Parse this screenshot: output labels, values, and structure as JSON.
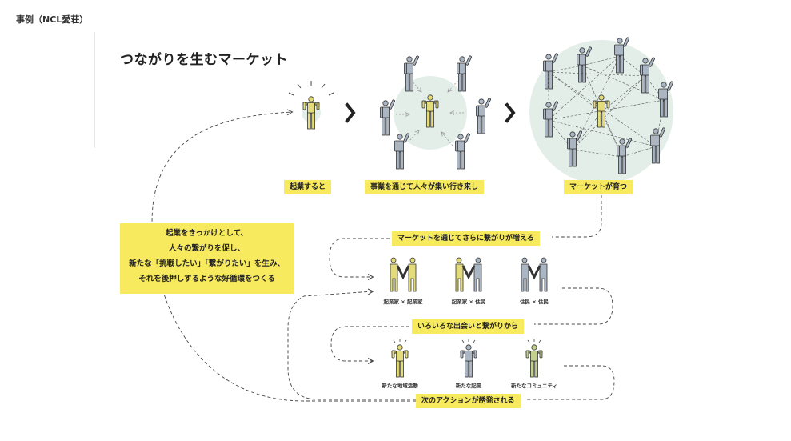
{
  "header": {
    "page_label": "事例（NCL愛荘）",
    "title": "つながりを生むマーケット"
  },
  "stages": [
    {
      "label": "起業すると"
    },
    {
      "label": "事業を通じて人々が集い行き来し"
    },
    {
      "label": "マーケットが育つ"
    }
  ],
  "flow_labels": {
    "more_connections": "マーケットを通じてさらに繋がりが増える",
    "encounters": "いろいろな出会いと繋がりから",
    "next_action": "次のアクションが誘発される"
  },
  "summary_lines": [
    "起業をきっかけとして、",
    "人々の繋がりを促し、",
    "新たな「挑戦したい」「繋がりたい」を生み、",
    "それを後押しするような好循環をつくる"
  ],
  "pairs": [
    {
      "caption": "起業家 × 起業家"
    },
    {
      "caption": "起業家 × 住民"
    },
    {
      "caption": "住民 × 住民"
    }
  ],
  "outcomes": [
    {
      "caption": "新たな地域活動"
    },
    {
      "caption": "新たな起業"
    },
    {
      "caption": "新たなコミュニティ"
    }
  ],
  "colors": {
    "yellow_highlight": "#f7ea5e",
    "entrepreneur_figure": "#e4dc7a",
    "resident_figure": "#aab6c4",
    "community_figure": "#c2cf8e",
    "glow_circle": "#e3eee9",
    "text_dark": "#222222"
  },
  "icons": [
    "person-icon",
    "chevron-right-icon",
    "handshake-icon",
    "dashed-arrow-icon"
  ]
}
